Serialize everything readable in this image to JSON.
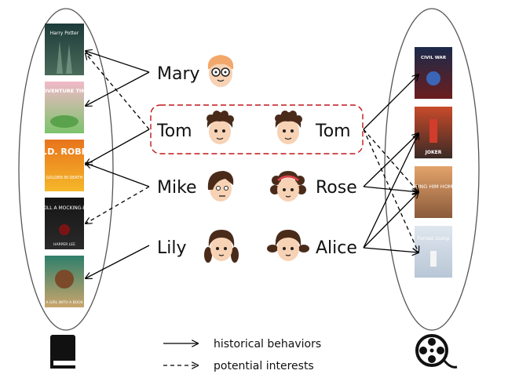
{
  "users_left": [
    {
      "name": "Mary",
      "icon": "boy-glasses-face-icon"
    },
    {
      "name": "Tom",
      "icon": "boy-curly-hair-face-icon"
    },
    {
      "name": "Mike",
      "icon": "boy-side-hair-face-icon"
    },
    {
      "name": "Lily",
      "icon": "girl-pigtails-face-icon"
    }
  ],
  "users_right": [
    {
      "name": "Tom",
      "icon": "boy-curly-hair-face-icon"
    },
    {
      "name": "Rose",
      "icon": "girl-headband-face-icon"
    },
    {
      "name": "Alice",
      "icon": "girl-bun-hair-face-icon"
    }
  ],
  "books": [
    {
      "cover_text": "Harry Potter",
      "colors": [
        "#1d3b3a",
        "#4a6b5a"
      ]
    },
    {
      "cover_text": "ADVENTURE TIME",
      "colors": [
        "#f2b9c9",
        "#7cc36b"
      ]
    },
    {
      "cover_text": "J.D. ROBB",
      "subtext": "GOLDEN IN DEATH",
      "colors": [
        "#e8731c",
        "#f5b82a"
      ]
    },
    {
      "cover_text": "TO KILL A MOCKING-BIRD",
      "subtext": "HARPER LEE",
      "colors": [
        "#151515",
        "#2a2a2a"
      ]
    },
    {
      "cover_text": "A GIRL WITH A BOOK",
      "colors": [
        "#2f7f6b",
        "#caa56b"
      ]
    }
  ],
  "movies": [
    {
      "cover_text": "CIVIL WAR",
      "colors": [
        "#1b2a4a",
        "#6b1e1e"
      ]
    },
    {
      "cover_text": "JOKER",
      "colors": [
        "#c84b2a",
        "#3a2a26"
      ]
    },
    {
      "cover_text": "BRING HIM HOME",
      "colors": [
        "#e3a36a",
        "#8a5a3b"
      ]
    },
    {
      "cover_text": "Forrest Gump",
      "colors": [
        "#dfe6ee",
        "#b8c6d6"
      ]
    }
  ],
  "legend": {
    "historical": "historical behaviors",
    "potential": "potential interests"
  },
  "icons": {
    "books": "book-icon",
    "movies": "film-reel-icon"
  },
  "colors": {
    "highlight_box": "#c0161b",
    "arrows": "#000000",
    "ellipse": "#555555"
  }
}
